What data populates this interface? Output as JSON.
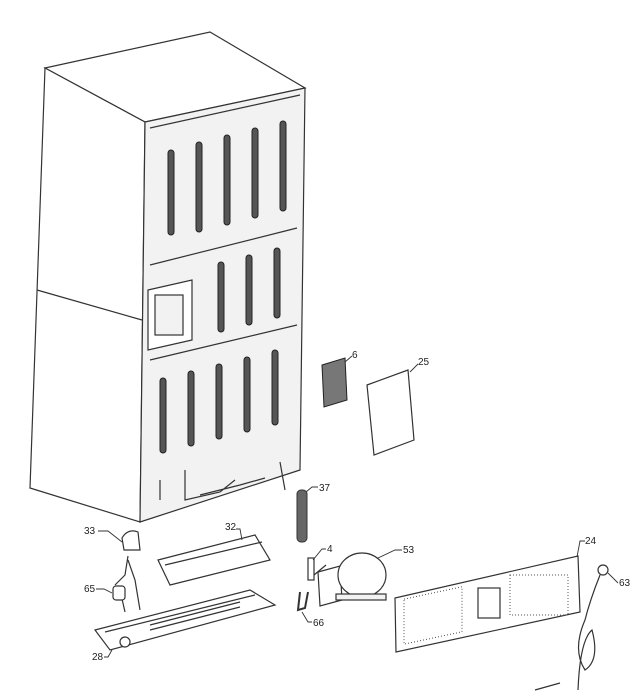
{
  "diagram": {
    "title": "Refrigerator rear exploded parts view",
    "callouts": {
      "p6": "6",
      "p25": "25",
      "p37": "37",
      "p4": "4",
      "p53": "53",
      "p24": "24",
      "p63": "63",
      "p33": "33",
      "p32": "32",
      "p65": "65",
      "p28": "28",
      "p66": "66"
    }
  }
}
